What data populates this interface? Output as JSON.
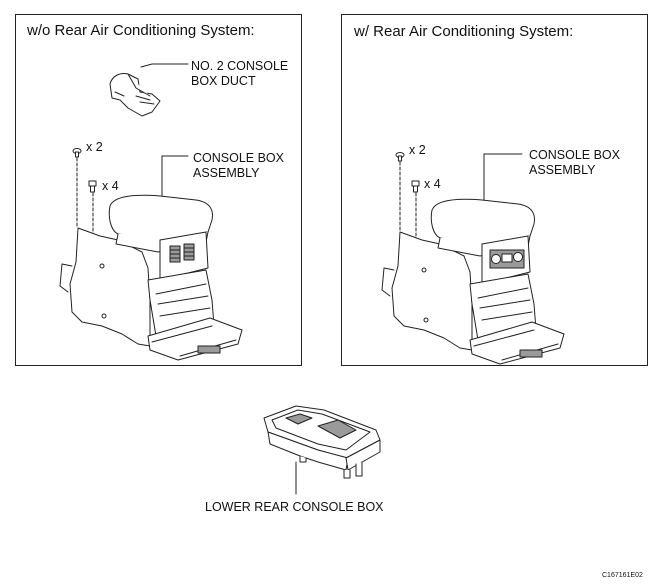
{
  "left_panel": {
    "heading": "w/o Rear Air Conditioning System:",
    "duct_label_line1": "NO. 2 CONSOLE",
    "duct_label_line2": "BOX DUCT",
    "screw_count": "x 2",
    "bolt_count": "x 4",
    "console_label_line1": "CONSOLE BOX",
    "console_label_line2": "ASSEMBLY"
  },
  "right_panel": {
    "heading": "w/ Rear Air Conditioning System:",
    "screw_count": "x 2",
    "bolt_count": "x 4",
    "console_label_line1": "CONSOLE BOX",
    "console_label_line2": "ASSEMBLY"
  },
  "lower": {
    "label": "LOWER REAR CONSOLE BOX"
  },
  "figure_code": "C167161E02",
  "colors": {
    "line": "#222222",
    "fill": "#ffffff",
    "shade": "#9a9a9a"
  }
}
